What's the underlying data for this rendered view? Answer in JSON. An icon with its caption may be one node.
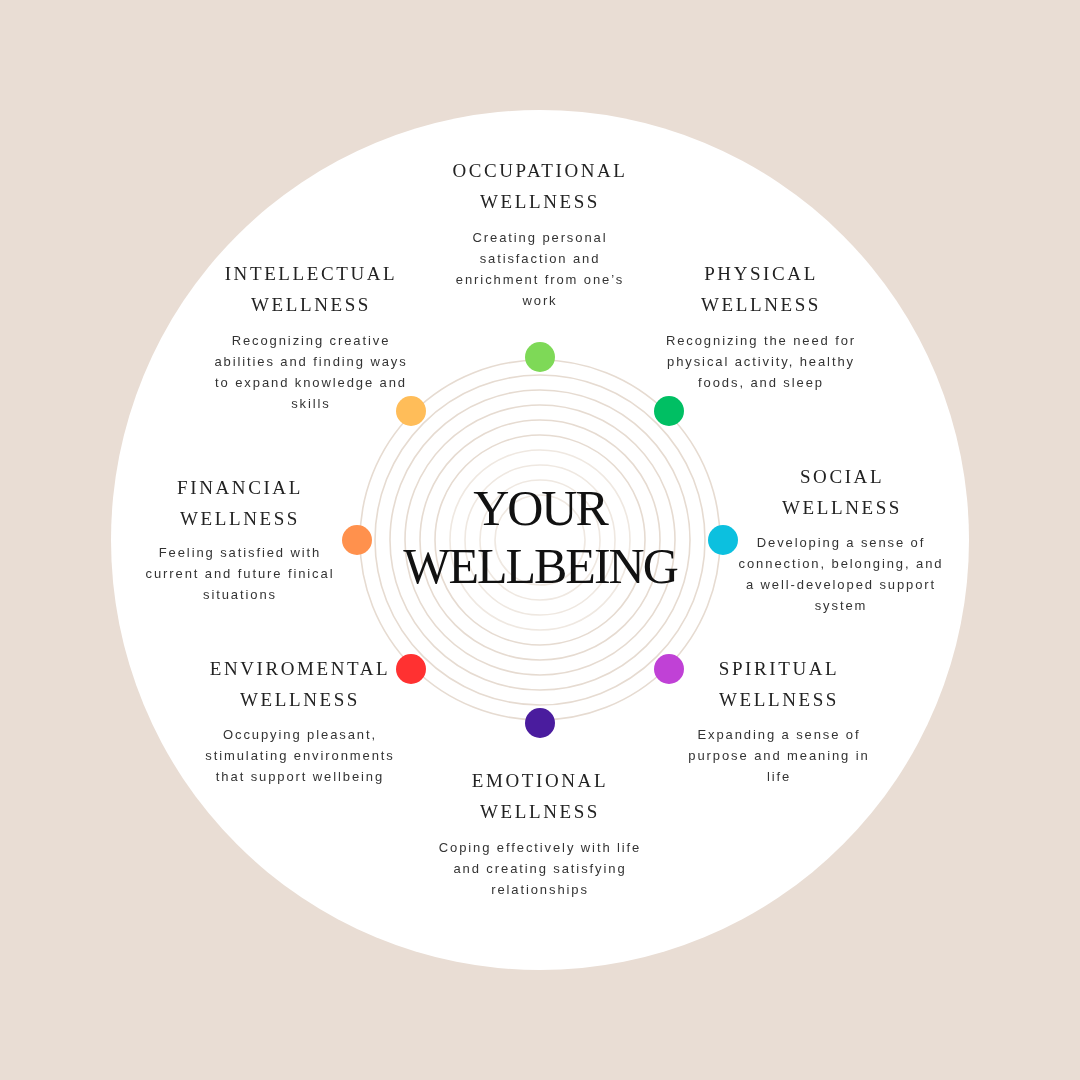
{
  "diagram": {
    "nodes": [
      {
        "text": [
          "YOUR WELLBEING"
        ]
      }
    ],
    "labels": [
      "OCCUPATIONAL WELLNESS",
      "Creating personal satisfaction and enrichment from one’s work",
      "INTELLECTUAL WELLNESS",
      "Recognizing creative abilities and finding ways to expand knowledge and skills",
      "PHYSICAL WELLNESS",
      "Recognizing the need for physical activity, healthy foods, and sleep",
      "FINANCIAL WELLNESS",
      "Feeling satisfied with current and future finical situations",
      "SOCIAL WELLNESS",
      "Developing a sense of connection, belonging, and a well-developed support system",
      "ENVIROMENTAL WELLNESS",
      "Occupying pleasant, stimulating environments that support wellbeing",
      "SPIRITUAL WELLNESS",
      "Expanding a sense of purpose and meaning in life",
      "EMOTIONAL WELLNESS",
      "Coping effectively with life and creating satisfying relationships"
    ]
  }
}
